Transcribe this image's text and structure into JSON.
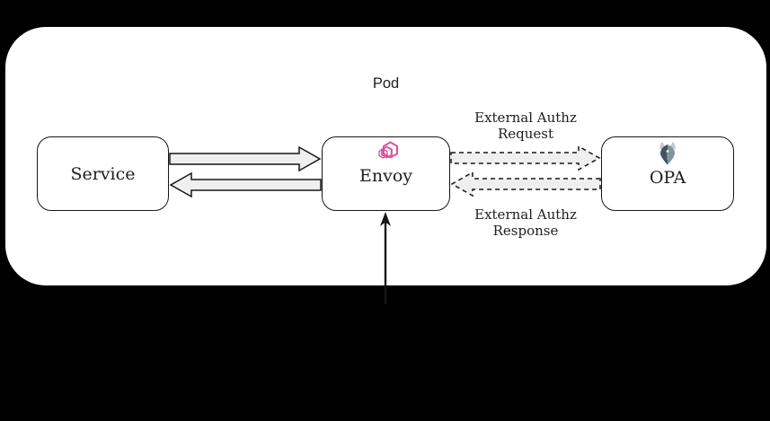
{
  "labels": {
    "pod": "Pod",
    "service": "Service",
    "envoy": "Envoy",
    "opa": "OPA",
    "external_authz_request": "External Authz\nRequest",
    "external_authz_response": "External Authz\nResponse"
  },
  "icons": {
    "envoy_logo": "envoy-hexagons-logo",
    "opa_logo": "opa-helmet-logo"
  },
  "colors": {
    "background": "#000000",
    "pod_fill": "#ffffff",
    "border": "#161616",
    "arrow_fill": "#efefef",
    "text": "#1e1e1e",
    "envoy_pink": "#d6539f",
    "opa_dark": "#41545e",
    "opa_light": "#82939b",
    "opa_horn": "#c3cacd"
  }
}
